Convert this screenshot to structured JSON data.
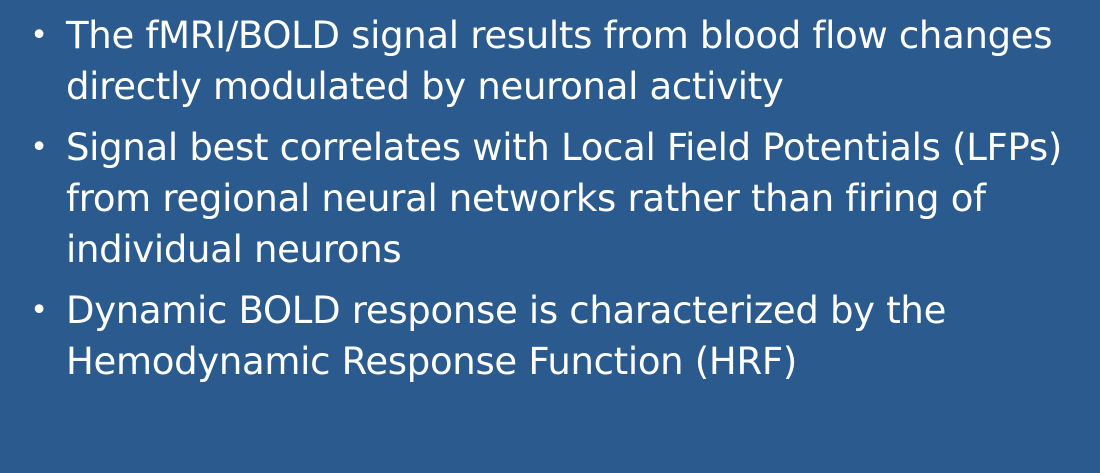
{
  "slide": {
    "bullet_glyph": "•",
    "bullets": [
      {
        "text": "The fMRI/BOLD signal results from blood flow changes directly modulated by neuronal activity"
      },
      {
        "text": "Signal best correlates with Local Field Potentials (LFPs) from regional neural networks rather than firing of individual neurons"
      },
      {
        "text": "Dynamic BOLD response is characterized by the Hemodynamic Response Function (HRF)"
      }
    ]
  },
  "colors": {
    "background": "#2b5b8e",
    "text": "#ffffff"
  }
}
